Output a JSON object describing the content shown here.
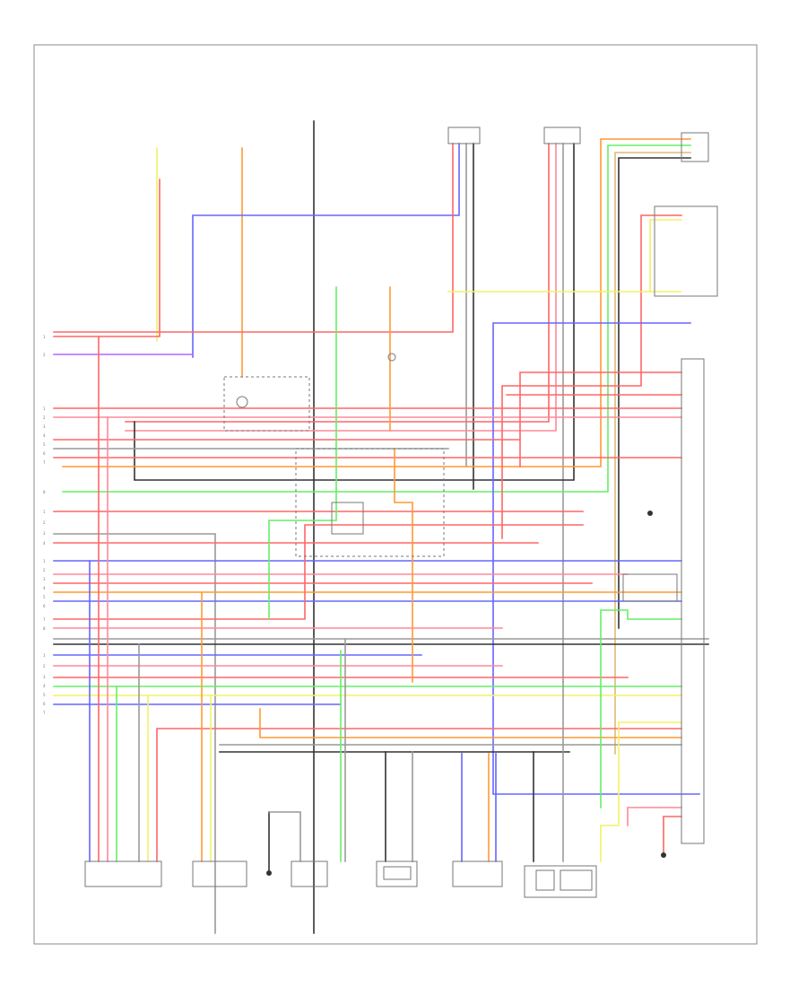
{
  "title": "",
  "colors": {
    "frame": "#888888",
    "red": "#ff6666",
    "blue": "#6666ff",
    "orange": "#ff9933",
    "yellow": "#f2f266",
    "green": "#66ee66",
    "gray": "#999999",
    "black": "#333333",
    "violet": "#b366ff",
    "pink": "#ff8899",
    "tan": "#ddbb77"
  },
  "connectors_left": {
    "group_a": [
      "1",
      "2"
    ],
    "group_b": [
      "1",
      "2",
      "3",
      "4",
      "5",
      "6",
      "7"
    ],
    "group_c": [
      "8"
    ],
    "group_d": [
      "1",
      "2",
      "3",
      "4"
    ],
    "group_e": [
      "1",
      "2",
      "3",
      "4",
      "5",
      "6",
      "7",
      "8"
    ],
    "group_f": [
      "1",
      "2",
      "3",
      "4",
      "5",
      "6",
      "7"
    ]
  }
}
